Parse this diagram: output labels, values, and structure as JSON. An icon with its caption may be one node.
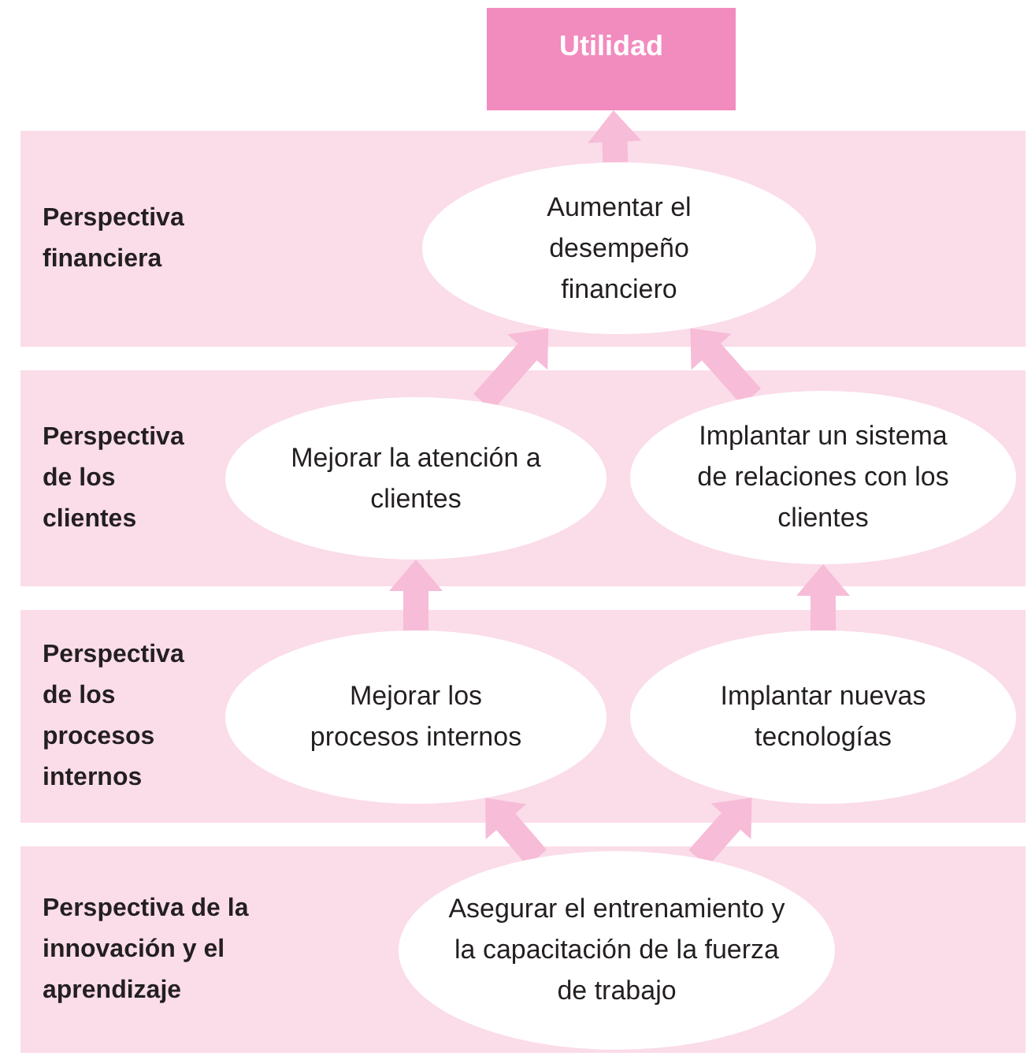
{
  "diagram": {
    "nodes": [
      {
        "text": [
          "Utilidad"
        ]
      },
      {
        "text": [
          "Perspectiva financiera"
        ]
      },
      {
        "text": [
          "Aumentar el desempeño financiero"
        ],
        "in": 1
      },
      {
        "text": [
          "Perspectiva de los clientes"
        ]
      },
      {
        "text": [
          "Mejorar la atención a clientes"
        ],
        "in": 3
      },
      {
        "text": [
          "Implantar un sistema de relaciones con los clientes"
        ],
        "in": 3
      },
      {
        "text": [
          "Perspectiva de los procesos internos"
        ]
      },
      {
        "text": [
          "Mejorar los procesos internos"
        ],
        "in": 6
      },
      {
        "text": [
          "Implantar nuevas tecnologías"
        ],
        "in": 6
      },
      {
        "text": [
          "Perspectiva de la innovación y el aprendizaje"
        ]
      },
      {
        "text": [
          "Asegurar el entrenamiento y la capacitación de la fuerza de trabajo"
        ],
        "in": 9
      }
    ],
    "edges": [
      {
        "from": 2,
        "to": 0,
        "arrow": "to"
      },
      {
        "from": 4,
        "to": 2,
        "arrow": "to"
      },
      {
        "from": 5,
        "to": 2,
        "arrow": "to"
      },
      {
        "from": 7,
        "to": 4,
        "arrow": "to"
      },
      {
        "from": 8,
        "to": 5,
        "arrow": "to"
      },
      {
        "from": 10,
        "to": 7,
        "arrow": "to"
      },
      {
        "from": 10,
        "to": 8,
        "arrow": "to"
      }
    ]
  }
}
